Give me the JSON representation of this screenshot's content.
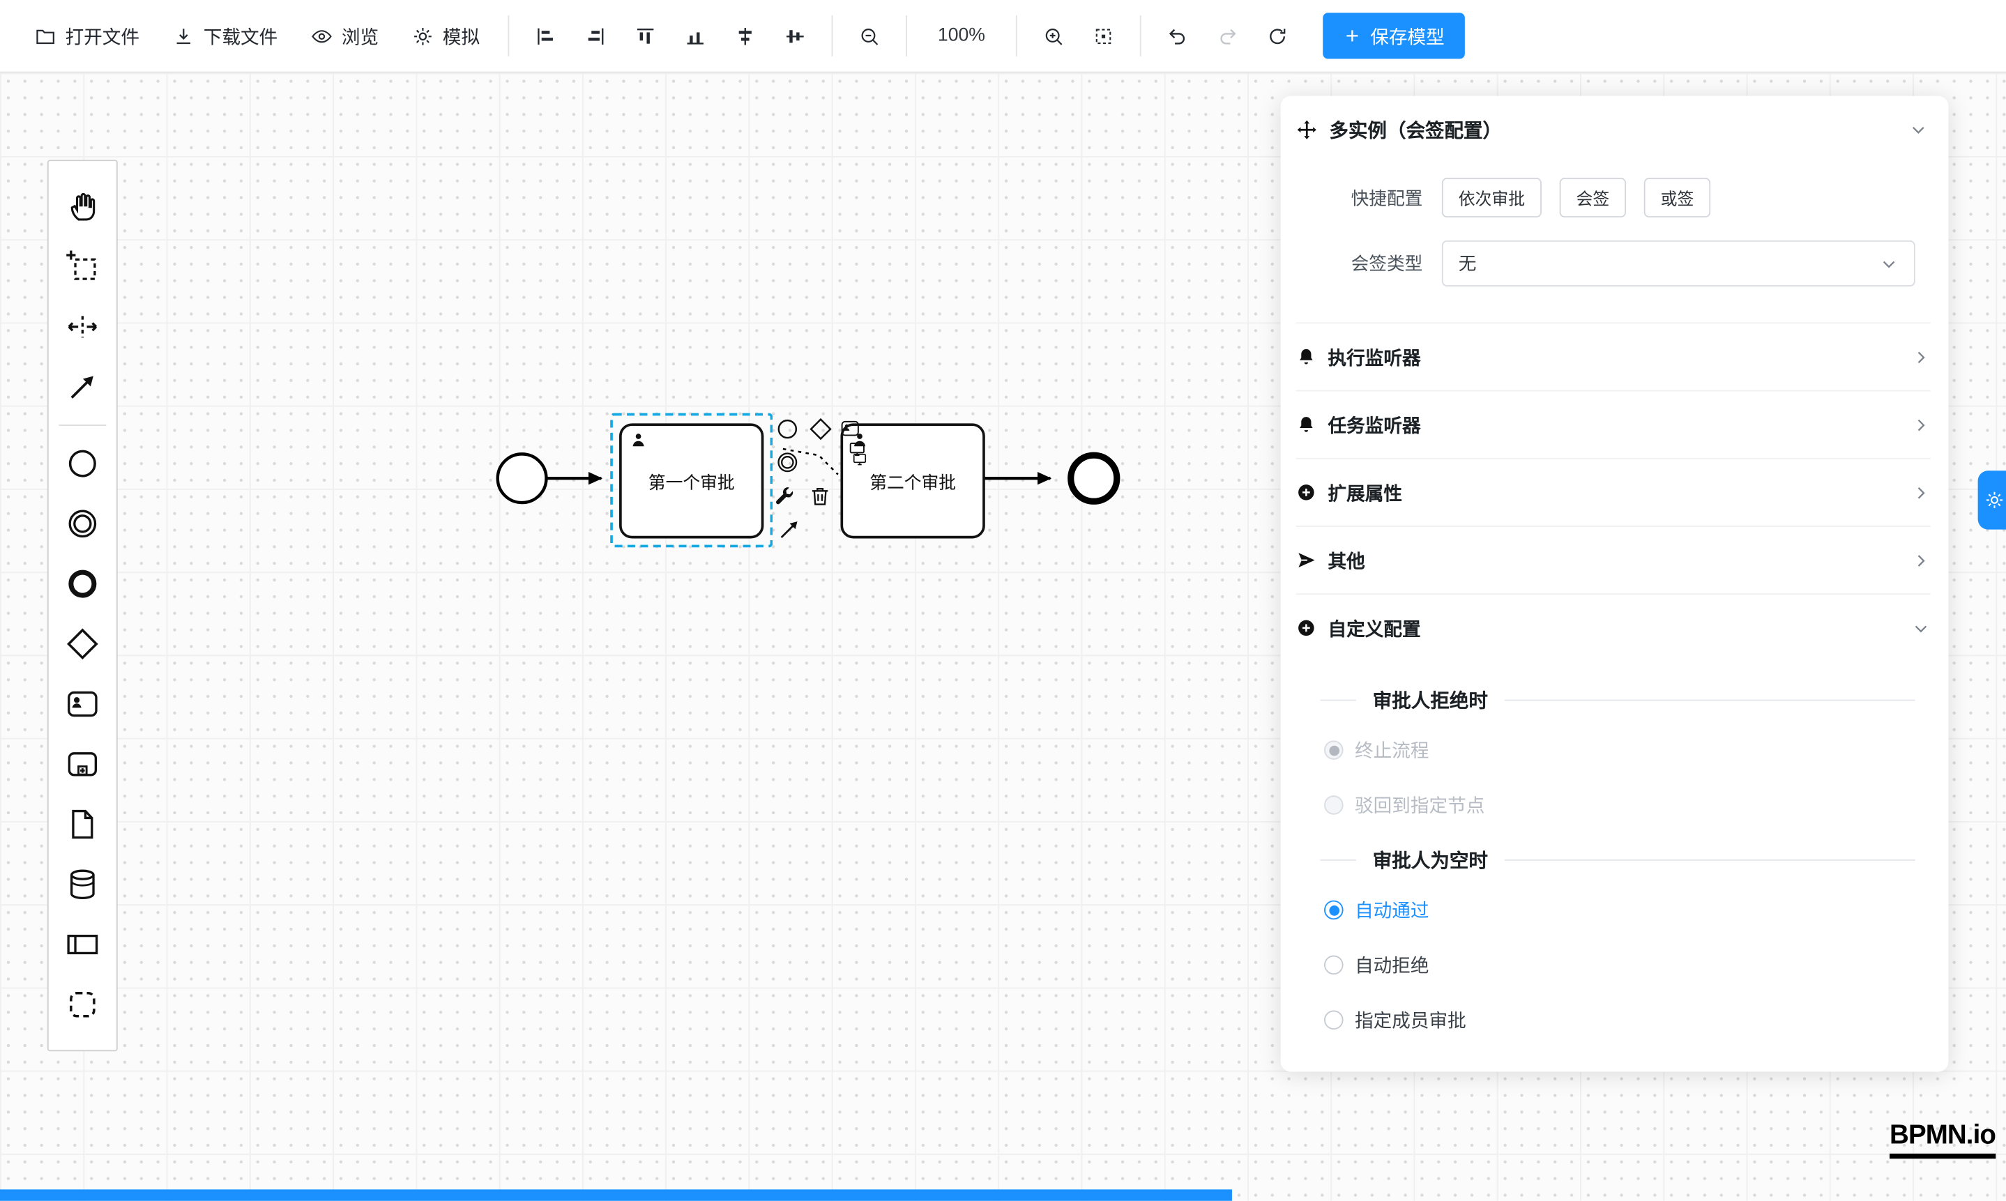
{
  "colors": {
    "accent": "#1b90ff",
    "selection": "#14a9e3"
  },
  "toolbar": {
    "open_file": "打开文件",
    "download_file": "下载文件",
    "preview": "浏览",
    "simulate": "模拟",
    "zoom_level": "100%",
    "save_model": "保存模型",
    "icons": [
      "folder",
      "download",
      "eye",
      "gear",
      "align-left",
      "align-right",
      "align-top",
      "align-bottom",
      "align-center-horizontal",
      "align-center-vertical",
      "zoom-out",
      "zoom-in",
      "fit-viewport",
      "undo",
      "redo",
      "refresh",
      "plus"
    ]
  },
  "palette": {
    "tools": [
      "hand-tool",
      "lasso-tool",
      "space-tool",
      "global-connect-tool"
    ],
    "shapes": [
      "start-event",
      "intermediate-event",
      "end-event",
      "gateway",
      "user-task",
      "subprocess",
      "data-object",
      "data-store",
      "participant-pool",
      "group"
    ]
  },
  "diagram": {
    "task1_label": "第一个审批",
    "task2_label": "第二个审批",
    "context_pad_icons": [
      "append-end-event",
      "append-gateway",
      "append-intermediate-event",
      "append-user-task",
      "append-screen",
      "wrench",
      "trash",
      "connect-arrow"
    ]
  },
  "panel": {
    "title": "多实例（会签配置）",
    "quick_config_label": "快捷配置",
    "quick_options": [
      "依次审批",
      "会签",
      "或签"
    ],
    "sign_type_label": "会签类型",
    "sign_type_value": "无",
    "sections": [
      {
        "icon": "bell",
        "label": "执行监听器",
        "expanded": false
      },
      {
        "icon": "bell",
        "label": "任务监听器",
        "expanded": false
      },
      {
        "icon": "plus-circle",
        "label": "扩展属性",
        "expanded": false
      },
      {
        "icon": "send",
        "label": "其他",
        "expanded": false
      },
      {
        "icon": "plus-circle",
        "label": "自定义配置",
        "expanded": true
      }
    ],
    "reject_section_title": "审批人拒绝时",
    "reject_options": [
      {
        "label": "终止流程",
        "selected": true,
        "disabled": true
      },
      {
        "label": "驳回到指定节点",
        "selected": false,
        "disabled": true
      }
    ],
    "empty_section_title": "审批人为空时",
    "empty_options": [
      {
        "label": "自动通过",
        "selected": true
      },
      {
        "label": "自动拒绝",
        "selected": false
      },
      {
        "label": "指定成员审批",
        "selected": false
      }
    ]
  },
  "watermark": "BPMN.io"
}
